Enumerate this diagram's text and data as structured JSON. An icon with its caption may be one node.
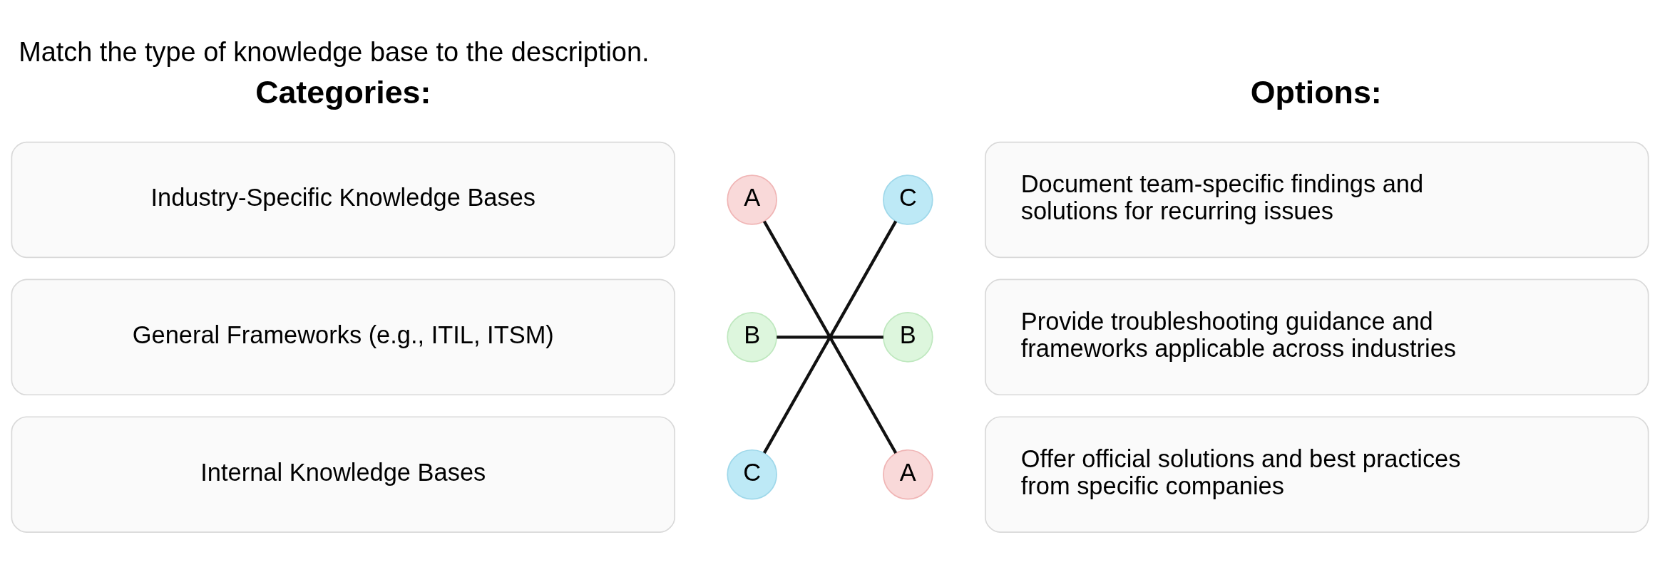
{
  "diagram": {
    "title": "Match the type of knowledge base to the description.",
    "nodes": [
      {
        "text": [
          "Industry-Specific Knowledge Bases"
        ]
      },
      {
        "text": [
          "A"
        ]
      },
      {
        "text": [
          "C"
        ]
      },
      {
        "text": [
          "Document team-specific findings and solutions for recurring issues"
        ]
      },
      {
        "text": [
          "General Frameworks (e.g., ITIL, ITSM)"
        ]
      },
      {
        "text": [
          "B"
        ]
      },
      {
        "text": [
          "B"
        ]
      },
      {
        "text": [
          "Provide troubleshooting guidance and frameworks applicable across industries"
        ]
      },
      {
        "text": [
          "Internal Knowledge Bases"
        ]
      },
      {
        "text": [
          "C"
        ]
      },
      {
        "text": [
          "A"
        ]
      },
      {
        "text": [
          "Offer official solutions and best practices from specific companies"
        ]
      }
    ],
    "edges": [
      {
        "from": 1,
        "to": 10,
        "arrow": "none"
      },
      {
        "from": 5,
        "to": 6,
        "arrow": "none"
      },
      {
        "from": 9,
        "to": 2,
        "arrow": "none"
      }
    ],
    "labels": [
      "Categories:",
      "Options:"
    ]
  }
}
